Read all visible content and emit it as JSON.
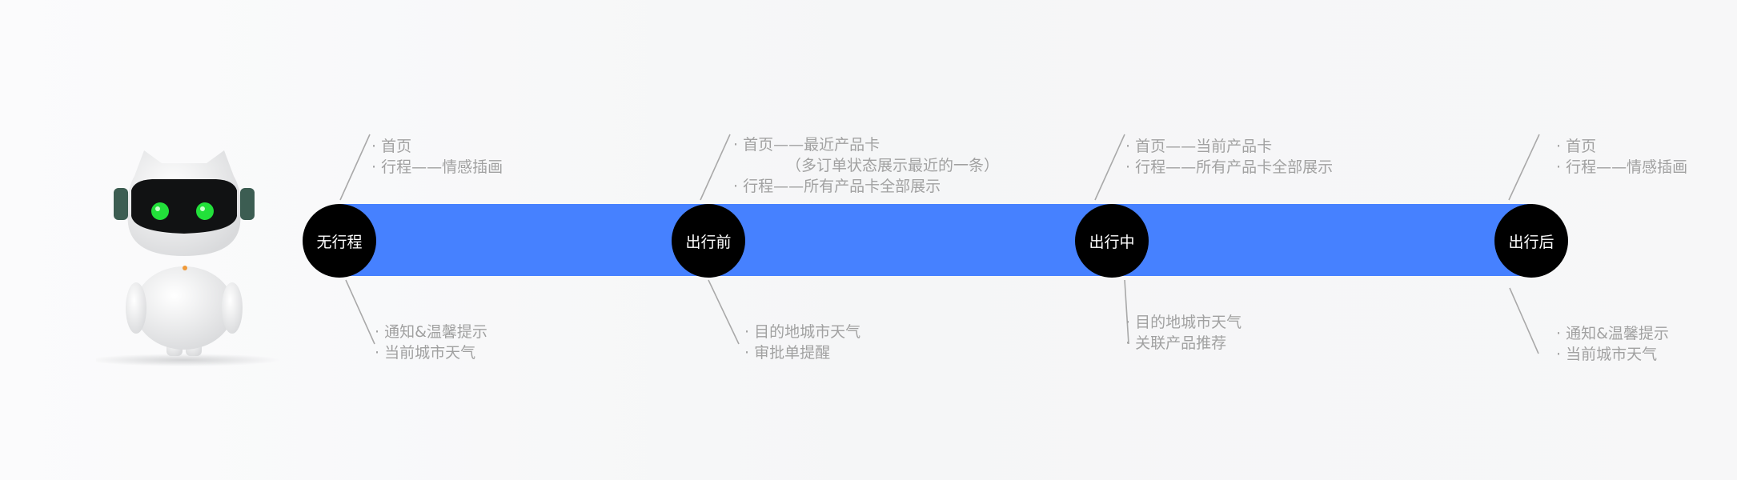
{
  "stages": [
    {
      "label": "无行程",
      "top_notes": [
        "· 首页",
        "· 行程——情感插画"
      ],
      "bottom_notes": [
        "· 通知&温馨提示",
        "· 当前城市天气"
      ]
    },
    {
      "label": "出行前",
      "top_notes": [
        "· 首页——最近产品卡",
        "（多订单状态展示最近的一条）",
        "· 行程——所有产品卡全部展示"
      ],
      "bottom_notes": [
        "· 目的地城市天气",
        "· 审批单提醒"
      ]
    },
    {
      "label": "出行中",
      "top_notes": [
        "· 首页——当前产品卡",
        "· 行程——所有产品卡全部展示"
      ],
      "bottom_notes": [
        "· 目的地城市天气",
        "· 关联产品推荐"
      ]
    },
    {
      "label": "出行后",
      "top_notes": [
        "· 首页",
        "· 行程——情感插画"
      ],
      "bottom_notes": [
        "· 通知&温馨提示",
        "· 当前城市天气"
      ]
    }
  ],
  "colors": {
    "timeline_bar": "#4681ff",
    "node": "#000000",
    "note_text": "#a1a1a1",
    "robot_eyes": "#22e03a"
  },
  "illustration": "robot-mascot"
}
